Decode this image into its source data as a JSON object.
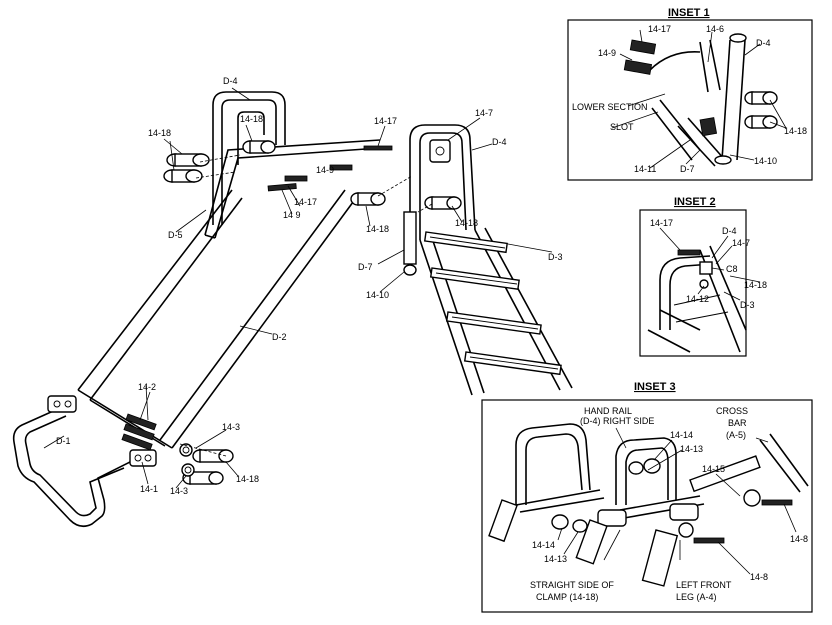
{
  "labels": {
    "d4_left": "D-4",
    "l1418_a": "14-18",
    "l1418_b": "14-18",
    "l1417_a": "14-17",
    "l1417_b": "14-17",
    "l149_a": "14-9",
    "l149_b": "14 9",
    "l147": "14-7",
    "d4_right": "D-4",
    "d5": "D-5",
    "l1418_c": "14-18",
    "l1418_d": "14-18",
    "d7": "D-7",
    "l1410": "14-10",
    "d3": "D-3",
    "d2": "D-2",
    "l142": "14-2",
    "l143_a": "14-3",
    "l143_b": "14-3",
    "d1": "D-1",
    "l141": "14-1",
    "l1418_e": "14-18"
  },
  "inset1": {
    "title": "INSET 1",
    "l1417": "14-17",
    "l146": "14-6",
    "d4": "D-4",
    "l149": "14-9",
    "lower_section": "LOWER SECTION",
    "slot": "SLOT",
    "l1418": "14-18",
    "l1411": "14-11",
    "d7": "D-7",
    "l1410": "14-10"
  },
  "inset2": {
    "title": "INSET 2",
    "l1417": "14-17",
    "d4": "D-4",
    "l147": "14-7",
    "c8": "C8",
    "l1418": "14-18",
    "l1412": "14-12",
    "d3": "D-3"
  },
  "inset3": {
    "title": "INSET 3",
    "hand_rail_1": "HAND RAIL",
    "hand_rail_2": "(D-4) RIGHT SIDE",
    "cross_1": "CROSS",
    "cross_2": "BAR",
    "cross_3": "(A-5)",
    "l1414_a": "14-14",
    "l1413_a": "14-13",
    "l1415": "14-15",
    "l148_a": "14-8",
    "l1414_b": "14-14",
    "l1413_b": "14-13",
    "l148_b": "14-8",
    "straight_1": "STRAIGHT SIDE OF",
    "straight_2": "CLAMP (14-18)",
    "left_front_1": "LEFT FRONT",
    "left_front_2": "LEG (A-4)"
  }
}
